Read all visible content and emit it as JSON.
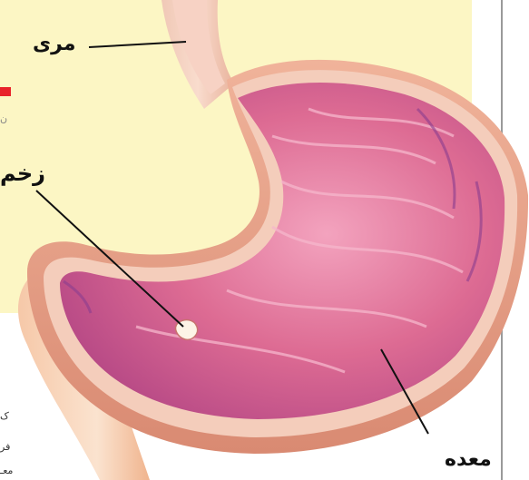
{
  "labels": {
    "esophagus": "مری",
    "ulcer": "زخم",
    "stomach": "معده"
  },
  "fragments": {
    "top_gray": "ن",
    "line1": "ک",
    "line2": "فر",
    "line3": "معـ"
  },
  "colors": {
    "background_panel": "#fcf6c4",
    "stomach_lining": "#d9688f",
    "wall": "#f1c7b2",
    "esophagus": "#f4b493",
    "red_mark": "#e8232a"
  }
}
